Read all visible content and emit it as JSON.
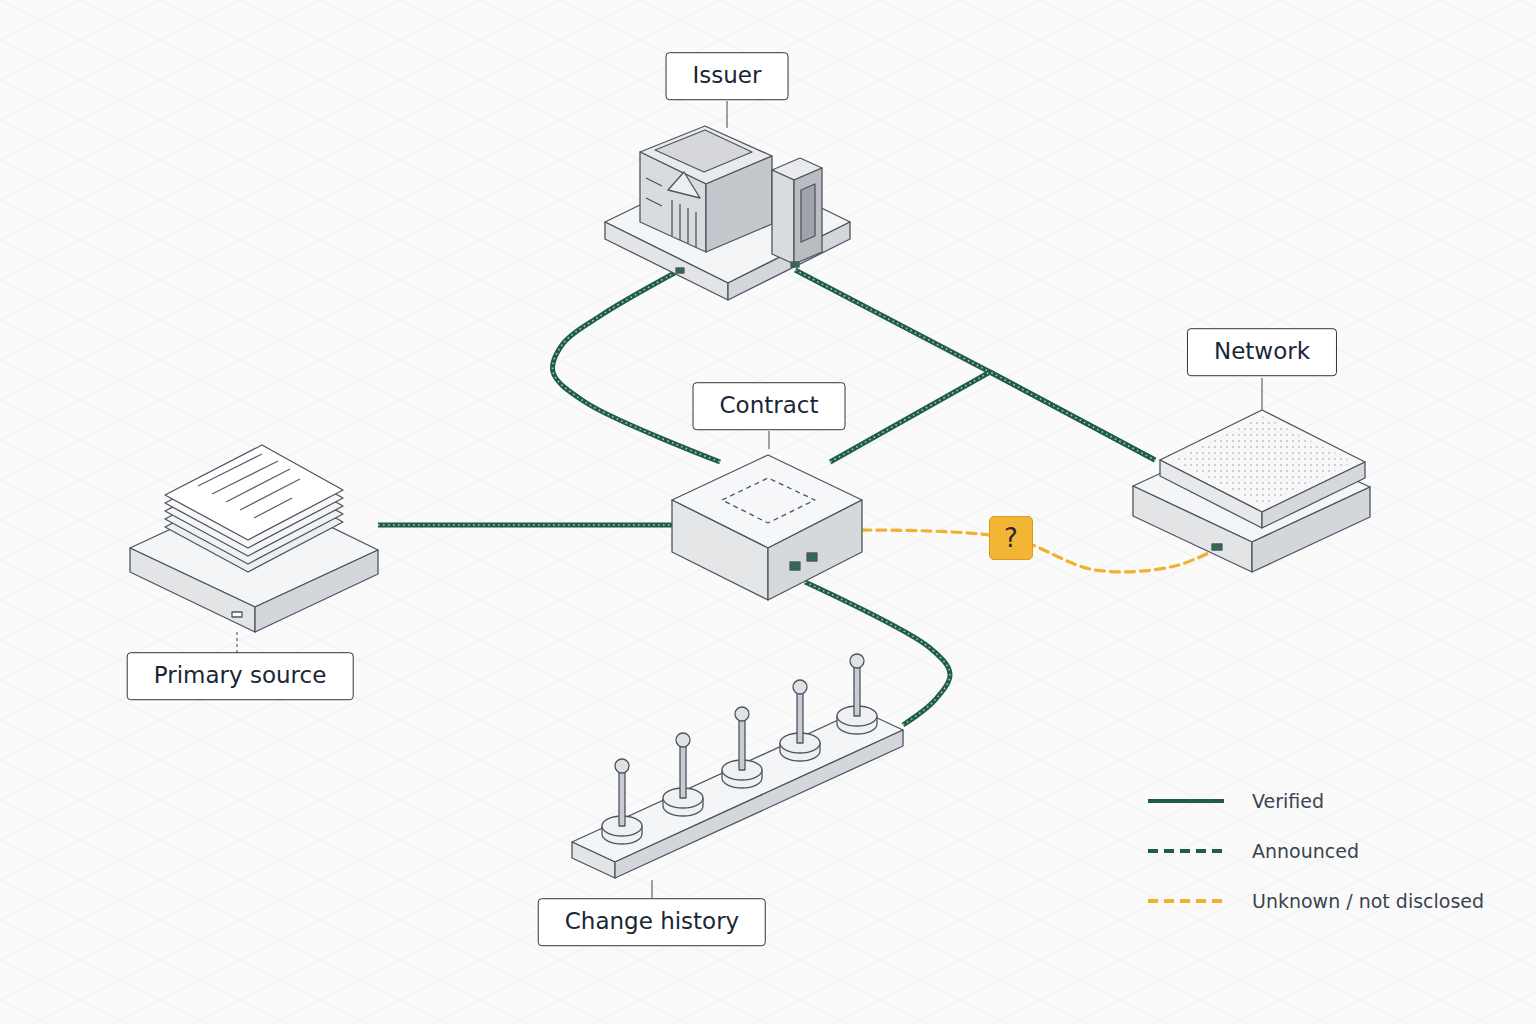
{
  "diagram": {
    "nodes": [
      {
        "text": [
          "Issuer"
        ]
      },
      {
        "text": [
          "Network"
        ]
      },
      {
        "text": [
          "Contract"
        ]
      },
      {
        "text": [
          "Primary source"
        ]
      },
      {
        "text": [
          "Change history"
        ]
      }
    ],
    "edges": [
      {
        "from": 0,
        "to": 2,
        "arrow": "none"
      },
      {
        "from": 0,
        "to": 1,
        "arrow": "none"
      },
      {
        "from": 2,
        "to": 1,
        "arrow": "none"
      },
      {
        "from": 2,
        "to": 1,
        "arrow": "none",
        "label": "?"
      },
      {
        "from": 3,
        "to": 2,
        "arrow": "none"
      },
      {
        "from": 2,
        "to": 4,
        "arrow": "none"
      }
    ],
    "legend": [
      {
        "text": "Verified"
      },
      {
        "text": "Announced"
      },
      {
        "text": "Unknown / not disclosed"
      }
    ]
  }
}
